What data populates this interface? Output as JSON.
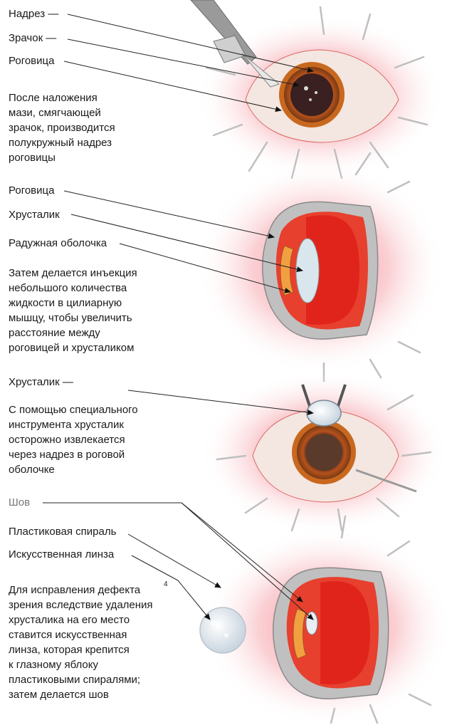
{
  "section1": {
    "labels": [
      "Надрез —",
      "Зрачок —",
      "Роговица"
    ],
    "caption": "После наложения\nмази, смягчающей\nзрачок, производится\nполукружный надрез\nроговицы"
  },
  "section2": {
    "labels": [
      "Роговица",
      "Хрусталик",
      "Радужная оболочка"
    ],
    "caption": "Затем делается инъекция\nнебольшого количества\nжидкости в цилиарную\nмышцу, чтобы увеличить\nрасстояние между\nроговицей и хрусталиком"
  },
  "section3": {
    "labels": [
      "Хрусталик   —"
    ],
    "caption": "С помощью специального\nинструмента хрусталик\nосторожно извлекается\nчерез надрез в роговой\nоболочке"
  },
  "section4": {
    "labels": [
      "Шов",
      "Пластиковая спираль",
      "Искусственная линза"
    ],
    "footnote": "4",
    "caption": "Для исправления дефекта\nзрения вследствие удаления\nхрусталика на его место\nставится искусственная\nлинза, которая крепится\nк глазному яблоку\nпластиковыми спиралями;\nзатем делается шов"
  },
  "colors": {
    "glow": "#f4a3a8",
    "tissue": "#e0241c",
    "iris": "#c7621e",
    "pupil": "#3a2020",
    "sclera": "#f4efe8",
    "lens": "#d9e6ee"
  }
}
